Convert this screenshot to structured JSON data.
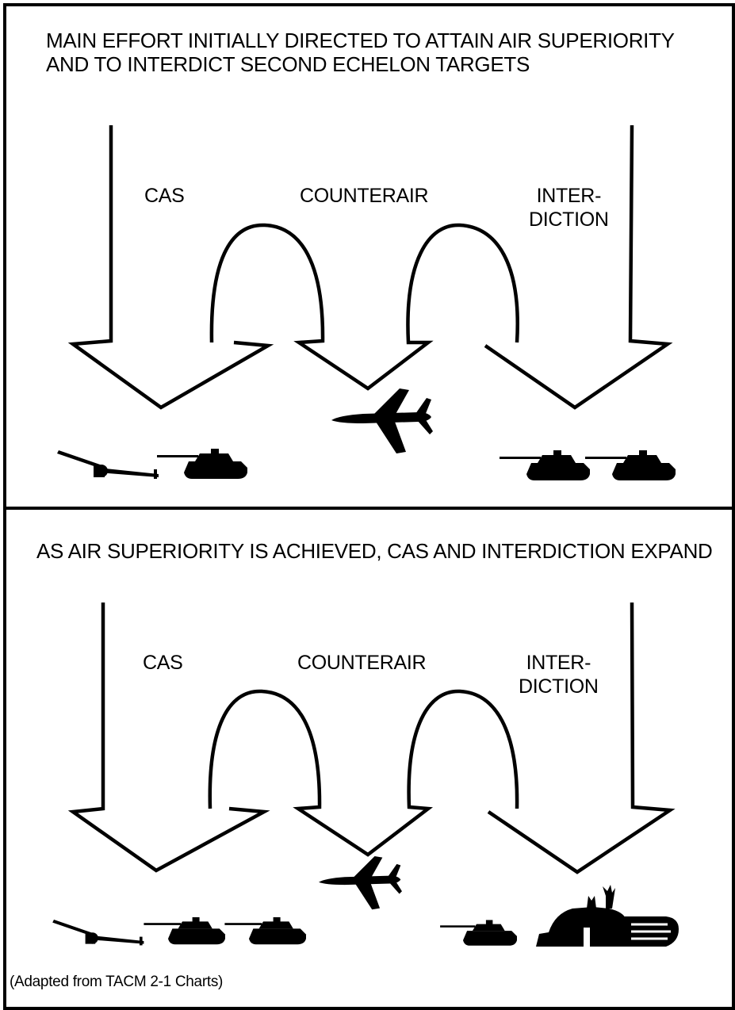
{
  "panels": [
    {
      "title": "MAIN EFFORT INITIALLY DIRECTED TO ATTAIN AIR SUPERIORITY AND TO INTERDICT SECOND ECHELON TARGETS",
      "labels": {
        "cas": "CAS",
        "counterair": "COUNTERAIR",
        "interdiction": "INTER-\nDICTION"
      }
    },
    {
      "title": "AS AIR SUPERIORITY IS ACHIEVED, CAS AND INTERDICTION EXPAND",
      "labels": {
        "cas": "CAS",
        "counterair": "COUNTERAIR",
        "interdiction": "INTER-\nDICTION"
      }
    }
  ],
  "caption": "(Adapted from TACM 2-1 Charts)",
  "icons": {
    "arrow": "down-arrow-icon",
    "curved_arrow": "curved-arrow-icon",
    "aircraft": "jet-aircraft-icon",
    "tank": "tank-icon",
    "artillery": "artillery-gun-icon",
    "bunker": "hangar-bunker-icon"
  }
}
